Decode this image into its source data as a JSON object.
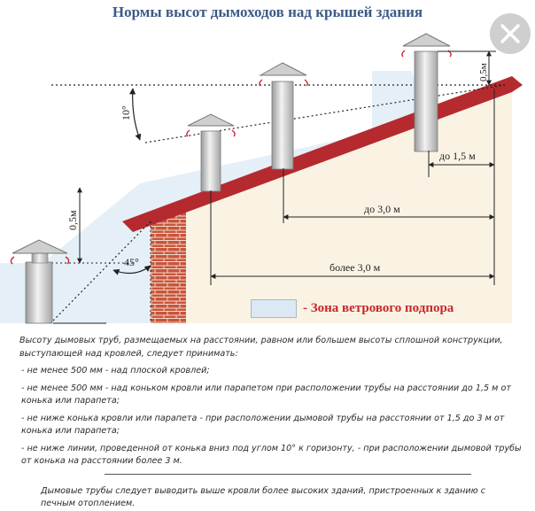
{
  "title": "Нормы высот дымоходов над крышей здания",
  "dimensions": {
    "angle_10": "10°",
    "angle_45": "45°",
    "h_05_left": "0,5м",
    "h_05_ridge": "0,5м",
    "d_15": "до 1,5 м",
    "d_30": "до 3,0 м",
    "d_more30": "более 3,0 м"
  },
  "legend": {
    "label": "- Зона ветрового подпора",
    "swatch_color": "#dce9f4"
  },
  "rules": {
    "intro": "Высоту дымовых труб, размещаемых на расстоянии, равном или большем высоты сплошной конструкции, выступающей над кровлей, следует принимать:",
    "items": [
      "- не менее 500 мм - над плоской кровлей;",
      "- не менее 500 мм - над коньком кровли или парапетом при расположении трубы на расстоянии до 1,5 м от конька или парапета;",
      "- не ниже конька кровли или парапета - при расположении дымовой трубы на расстоянии от 1,5 до 3 м от конька или парапета;",
      "- не ниже линии, проведенной от конька вниз под углом 10° к горизонту, - при расположении дымовой трубы от конька на расстоянии более 3 м."
    ],
    "note": "Дымовые трубы следует выводить выше кровли более высоких зданий, пристроенных к зданию с печным отоплением."
  },
  "colors": {
    "roof": "#b52a2e",
    "brick": "#c8553c",
    "wall": "#faf3e4",
    "title": "#3d5a86",
    "legend_text": "#c6272b"
  },
  "icons": [
    "close-icon",
    "chimney-icon"
  ]
}
